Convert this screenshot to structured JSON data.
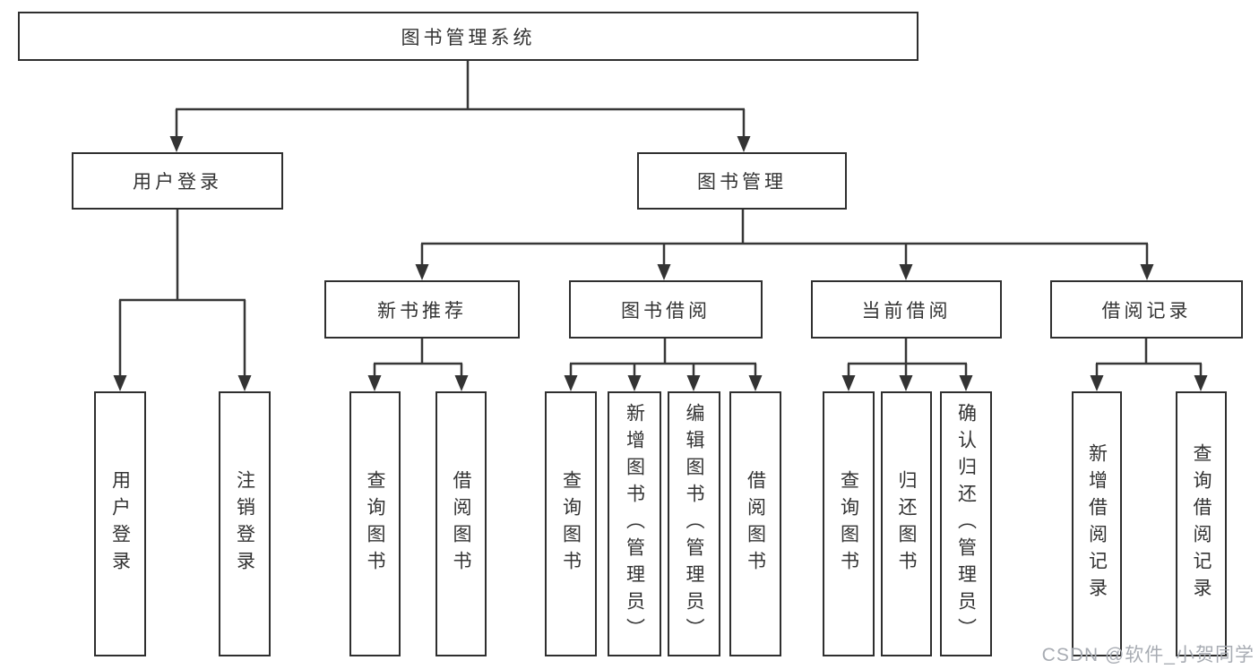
{
  "title": "图书管理系统",
  "nodes": {
    "user_login": {
      "label": "用户登录",
      "children": [
        "用户登录",
        "注销登录"
      ]
    },
    "book_management": {
      "label": "图书管理"
    },
    "new_book_recommend": {
      "label": "新书推荐",
      "children": [
        "查询图书",
        "借阅图书"
      ]
    },
    "book_borrow": {
      "label": "图书借阅",
      "children": [
        "查询图书",
        "新增图书（管理员）",
        "编辑图书（管理员）",
        "借阅图书"
      ]
    },
    "current_borrow": {
      "label": "当前借阅",
      "children": [
        "查询图书",
        "归还图书",
        "确认归还（管理员）"
      ]
    },
    "borrow_records": {
      "label": "借阅记录",
      "children": [
        "新增借阅记录",
        "查询借阅记录"
      ]
    }
  },
  "watermark": "CSDN @软件_小贺同学",
  "colors": {
    "line": "#373737",
    "box_border": "#2f2f2f",
    "text": "#333333",
    "background": "#ffffff",
    "watermark": "#a8acb3"
  }
}
